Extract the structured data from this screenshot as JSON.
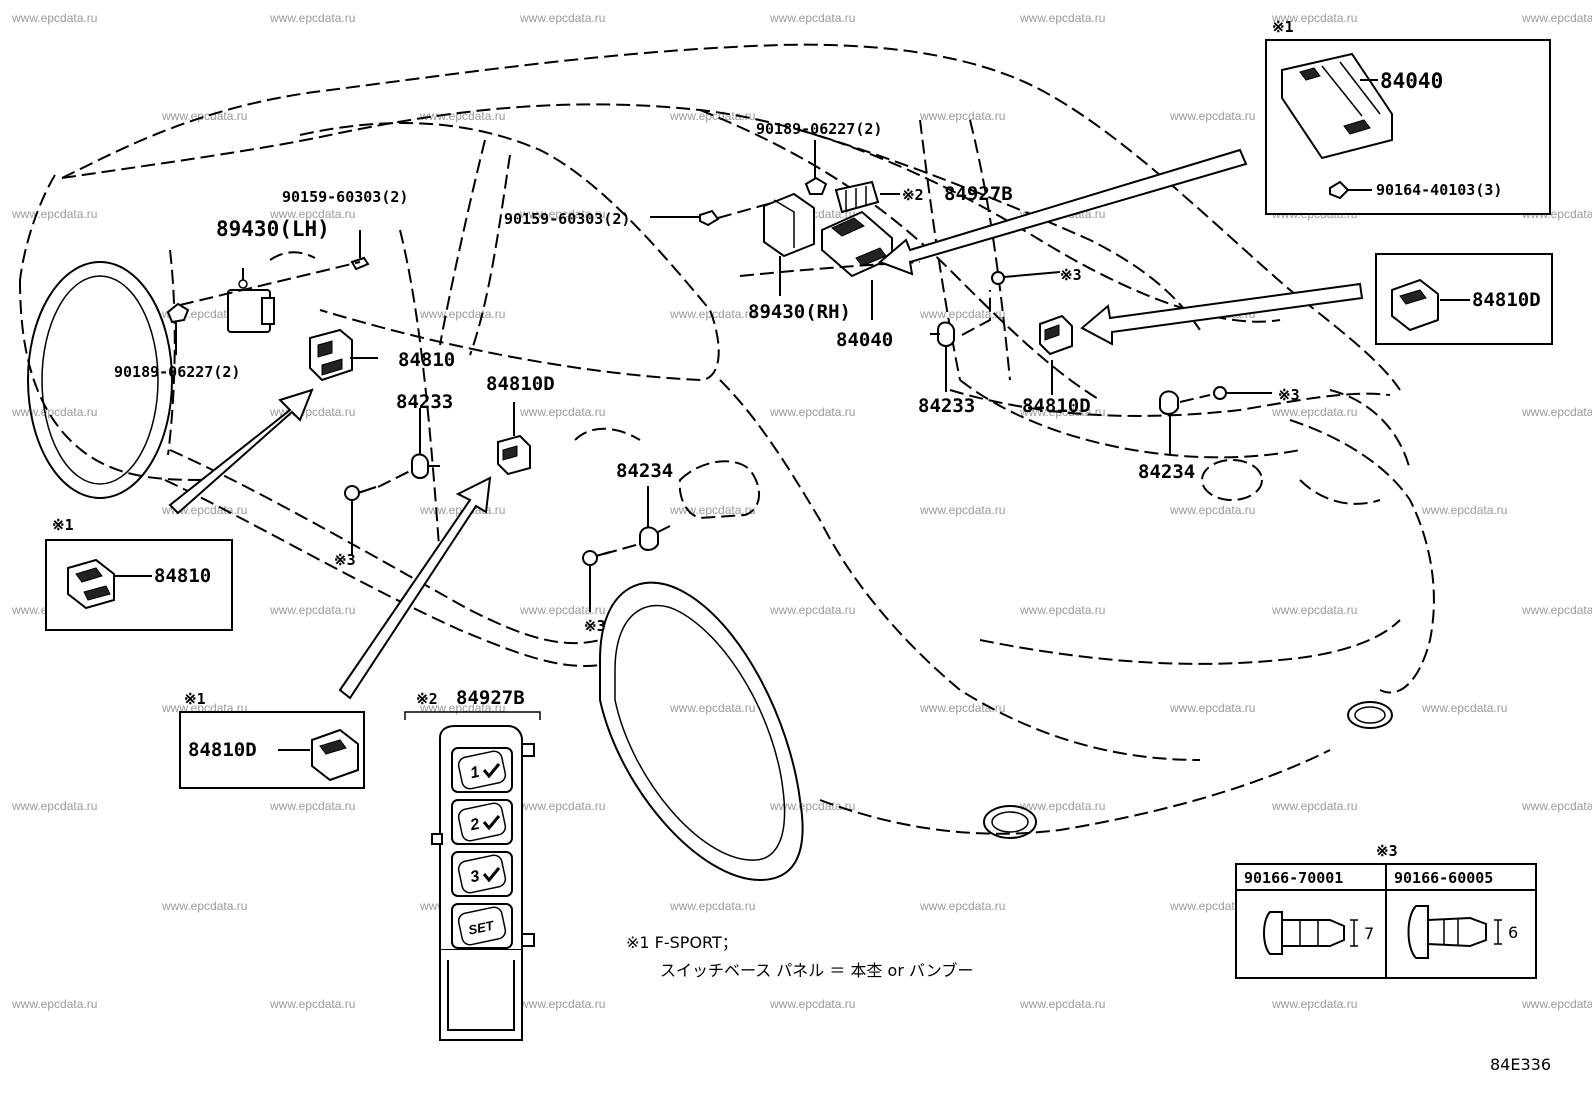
{
  "watermark": "www.epcdata.ru",
  "diagram_code": "84E336",
  "marks": {
    "m1": "※1",
    "m2": "※2",
    "m3": "※3"
  },
  "labels": {
    "p84040_inset": "84040",
    "p90164": "90164-40103(3)",
    "p84810D_inset_right": "84810D",
    "p90189_top": "90189-06227(2)",
    "p90159_left": "90159-60303(2)",
    "p89430_lh": "89430(LH)",
    "p90159_center": "90159-60303(2)",
    "p84927B": "84927B",
    "p89430_rh": "89430(RH)",
    "p84040_main": "84040",
    "p84810_main": "84810",
    "p84233_left": "84233",
    "p84810D_center": "84810D",
    "p90189_left": "90189-06227(2)",
    "p84233_right": "84233",
    "p84810D_right": "84810D",
    "p84234_center": "84234",
    "p84234_right": "84234",
    "p84810_inset": "84810",
    "p84810D_inset_left": "84810D",
    "p84927B_inset": "84927B"
  },
  "seat_memory_buttons": [
    "1",
    "2",
    "3",
    "SET"
  ],
  "footnote": {
    "line1": "※1 F-SPORT；",
    "line2": "スイッチベース パネル ＝ 本杢 or バンブー"
  },
  "bolt_table": {
    "mark": "※3",
    "columns": [
      {
        "part": "90166-70001",
        "dim": "7"
      },
      {
        "part": "90166-60005",
        "dim": "6"
      }
    ]
  }
}
